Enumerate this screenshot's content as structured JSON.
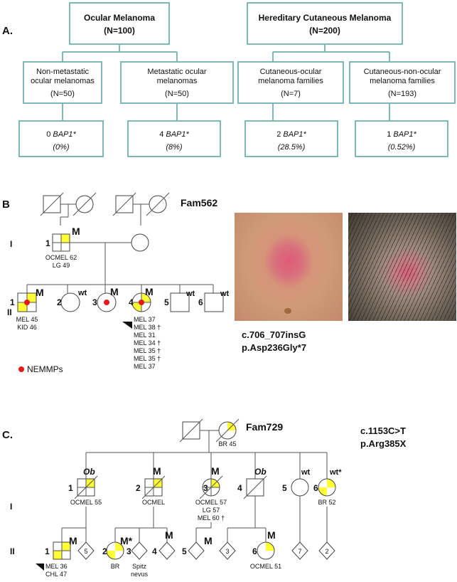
{
  "panel_a": {
    "label": "A.",
    "ocular": {
      "title": "Ocular Melanoma",
      "n": "(N=100)"
    },
    "hereditary": {
      "title": "Hereditary Cutaneous Melanoma",
      "n": "(N=200)"
    },
    "groups": [
      {
        "line1": "Non-metastatic",
        "line2": "ocular melanomas",
        "n": "(N=50)",
        "count": "0 ",
        "gene": "BAP1*",
        "pct": "(0%)"
      },
      {
        "line1": "Metastatic ocular",
        "line2": "melanomas",
        "n": "(N=50)",
        "count": "4 ",
        "gene": "BAP1*",
        "pct": "(8%)"
      },
      {
        "line1": "Cutaneous-ocular",
        "line2": "melanoma families",
        "n": "(N=7)",
        "count": "2 ",
        "gene": "BAP1*",
        "pct": "(28.5%)"
      },
      {
        "line1": "Cutaneous-non-ocular",
        "line2": "melanoma families",
        "n": "(N=193)",
        "count": "1 ",
        "gene": "BAP1*",
        "pct": "(0.52%)"
      }
    ]
  },
  "panel_b": {
    "label": "B",
    "family": "Fam562",
    "gen_i": "I",
    "gen_ii": "II",
    "i1": {
      "num": "1",
      "status": "M",
      "notes": [
        "OCMEL 62",
        "LG 49"
      ]
    },
    "ii": [
      {
        "num": "1",
        "status": "M",
        "notes": [
          "MEL 45",
          "KID 46"
        ]
      },
      {
        "num": "2",
        "status": "wt"
      },
      {
        "num": "3",
        "status": "M"
      },
      {
        "num": "4",
        "status": "M",
        "notes": [
          "MEL 37",
          "MEL 38 †",
          "MEL 31",
          "MEL 34 †",
          "MEL 35 †",
          "MEL 35 †",
          "MEL 37"
        ]
      },
      {
        "num": "5",
        "status": "wt"
      },
      {
        "num": "6",
        "status": "wt"
      }
    ],
    "legend": "NEMMPs",
    "mutation1": "c.706_707insG",
    "mutation2": "p.Asp236Gly*7"
  },
  "panel_c": {
    "label": "C.",
    "family": "Fam729",
    "top_note": "BR 45",
    "mutation1": "c.1153C>T",
    "mutation2": "p.Arg385X",
    "gen_i": "I",
    "gen_ii": "II",
    "i": [
      {
        "num": "1",
        "status": "Ob",
        "notes": [
          "OCMEL 55"
        ]
      },
      {
        "num": "2",
        "status": "M",
        "notes": [
          "OCMEL"
        ]
      },
      {
        "num": "3",
        "status": "M",
        "notes": [
          "OCMEL 57",
          "LG 57",
          "MEL 60 †"
        ]
      },
      {
        "num": "4",
        "status": "Ob"
      },
      {
        "num": "5",
        "status": "wt"
      },
      {
        "num": "6",
        "status": "wt*",
        "notes": [
          "BR 52"
        ]
      }
    ],
    "ii": [
      {
        "num": "1",
        "status": "M",
        "notes": [
          "MEL 36",
          "CHL 47"
        ]
      },
      {
        "num": "5"
      },
      {
        "num": "2",
        "status": "M*",
        "notes": [
          "BR"
        ]
      },
      {
        "num": "3",
        "notes": [
          "Spitz",
          "nevus"
        ]
      },
      {
        "num": "4",
        "status": "M"
      },
      {
        "num": "5",
        "status": "M"
      },
      {
        "num": "3"
      },
      {
        "num": "6",
        "status": "M",
        "notes": [
          "OCMEL 51"
        ]
      },
      {
        "num": "7"
      },
      {
        "num": "2"
      }
    ]
  },
  "colors": {
    "box_border": "#7fb8b8",
    "affected": "#ffff33",
    "nemmp_dot": "#e21a1a"
  }
}
